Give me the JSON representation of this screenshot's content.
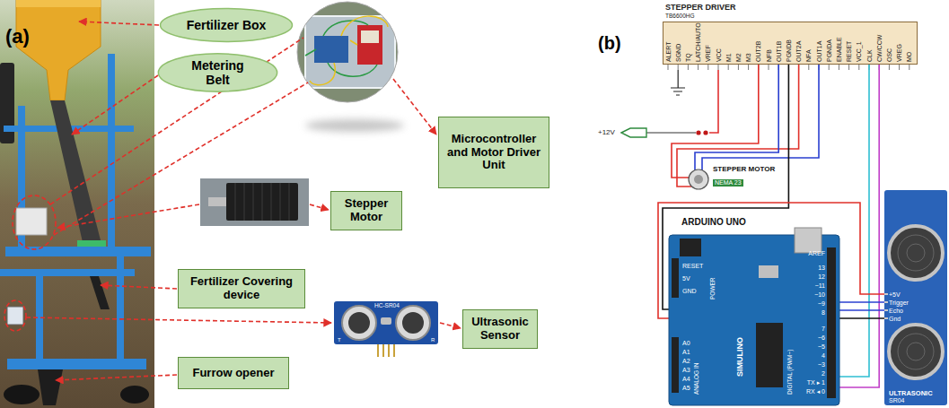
{
  "diagram": {
    "nodes": [
      {
        "text": [
          "Fertilizer Box"
        ]
      },
      {
        "text": [
          "Metering Belt"
        ]
      },
      {
        "text": [
          "Microcontroller and Motor Driver Unit"
        ]
      },
      {
        "text": [
          "Stepper Motor"
        ]
      },
      {
        "text": [
          "Fertilizer Covering device"
        ]
      },
      {
        "text": [
          "Ultrasonic Sensor"
        ]
      },
      {
        "text": [
          "Furrow opener"
        ]
      },
      {
        "text": [
          "STEPPER DRIVER",
          "TB6600HG"
        ]
      },
      {
        "text": [
          "STEPPER MOTOR",
          "NEMA 23"
        ]
      },
      {
        "text": [
          "ARDUINO UNO"
        ]
      },
      {
        "text": [
          "ULTRASONIC",
          "SR04"
        ]
      }
    ],
    "edges": [
      {
        "from": 7,
        "to": 8,
        "arrow": "none"
      },
      {
        "from": 7,
        "to": 8,
        "arrow": "none"
      },
      {
        "from": 7,
        "to": 8,
        "arrow": "none"
      },
      {
        "from": 7,
        "to": 8,
        "arrow": "none"
      },
      {
        "from": 7,
        "to": 9,
        "arrow": "none"
      },
      {
        "from": 7,
        "to": 9,
        "arrow": "none"
      },
      {
        "from": 7,
        "to": 9,
        "arrow": "none"
      },
      {
        "from": 9,
        "to": 10,
        "arrow": "none"
      },
      {
        "from": 9,
        "to": 10,
        "arrow": "none"
      },
      {
        "from": 9,
        "to": 10,
        "arrow": "none"
      },
      {
        "from": 9,
        "to": 10,
        "arrow": "none"
      }
    ],
    "labels": [
      "(a)",
      "HC-SR04",
      "T",
      "R",
      "(b)",
      "+12V",
      "ALERT",
      "SGND",
      "TQ",
      "LATCH/AUTO",
      "VREF",
      "VCC",
      "M1",
      "M2",
      "M3",
      "OUT2B",
      "NFB",
      "OUT1B",
      "PGNDB",
      "OUT2A",
      "NFA",
      "OUT1A",
      "PGNDA",
      "ENABLE",
      "RESET",
      "VCC_1",
      "CLK",
      "CW/CCW",
      "OSC",
      "VREG",
      "MO",
      "+5V",
      "Trigger",
      "Echo",
      "Gnd",
      "AREF",
      "13",
      "12",
      "~11",
      "~10",
      "~9",
      "8",
      "7",
      "~6",
      "~5",
      "4",
      "~3",
      "2",
      "TX ▸ 1",
      "RX ◂ 0",
      "A0",
      "A1",
      "A2",
      "A3",
      "A4",
      "A5",
      "ANALOG IN",
      "RESET",
      "5V",
      "GND",
      "POWER",
      "DIGITAL (PWM~)",
      "SIMULINO"
    ]
  }
}
